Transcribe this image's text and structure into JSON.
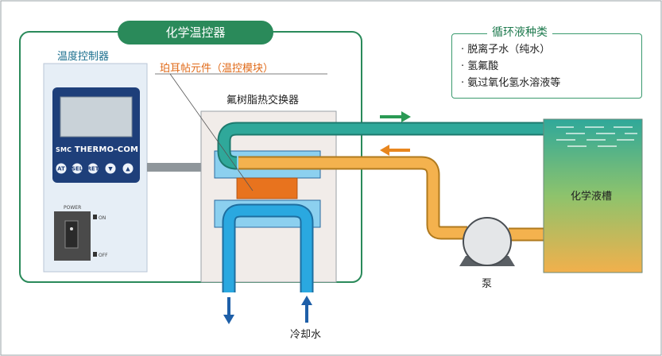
{
  "title": "化学温控器",
  "controller": {
    "label": "温度控制器",
    "brand": "SMC",
    "model": "THERMO-COM",
    "buttons": [
      "AT",
      "SEL",
      "RET",
      "▼",
      "▲"
    ],
    "power_label": "POWER",
    "on_label": "ON",
    "off_label": "OFF"
  },
  "peltier_label": "珀耳帖元件（温控模块）",
  "heat_exchanger_label": "氟树脂热交换器",
  "legend": {
    "title": "循环液种类",
    "items": [
      "· 脱离子水（纯水）",
      "· 氢氟酸",
      "· 氨过氧化氢水溶液等"
    ]
  },
  "tank_label": "化学液槽",
  "pump_label": "泵",
  "cooling_water_label": "冷却水",
  "colors": {
    "frame_green": "#2a8a5a",
    "chemical_teal": "#2fa89a",
    "warm_orange": "#f4b24e",
    "cool_blue": "#2aa8e0",
    "peltier_orange": "#e8731e",
    "controller_panel": "#e6eef6",
    "display_navy": "#1e3f7a"
  }
}
